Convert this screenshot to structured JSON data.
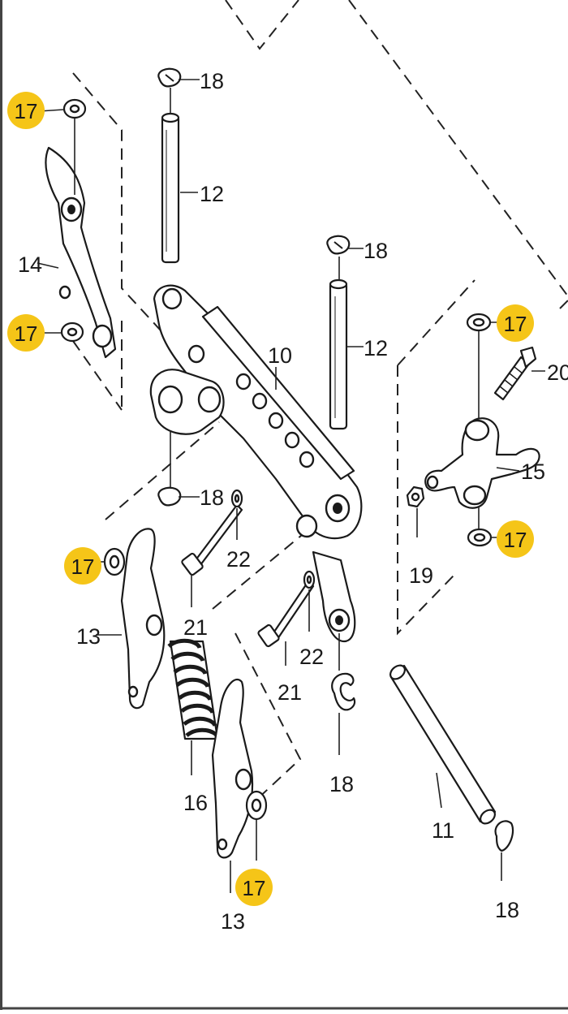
{
  "highlight_color": "#f5c518",
  "callouts": {
    "c17_top_left": "17",
    "c17_mid_left": "17",
    "c17_left_lower": "17",
    "c17_bottom": "17",
    "c17_right_top": "17",
    "c17_right_bottom": "17",
    "c18_top": "18",
    "c18_mid": "18",
    "c18_left": "18",
    "c18_center": "18",
    "c18_bottom_right": "18",
    "c12_left": "12",
    "c12_right": "12",
    "c10": "10",
    "c14": "14",
    "c20": "20",
    "c15": "15",
    "c19": "19",
    "c22_upper": "22",
    "c22_lower": "22",
    "c21_upper": "21",
    "c21_lower": "21",
    "c13_upper": "13",
    "c13_lower": "13",
    "c16": "16",
    "c11": "11"
  }
}
